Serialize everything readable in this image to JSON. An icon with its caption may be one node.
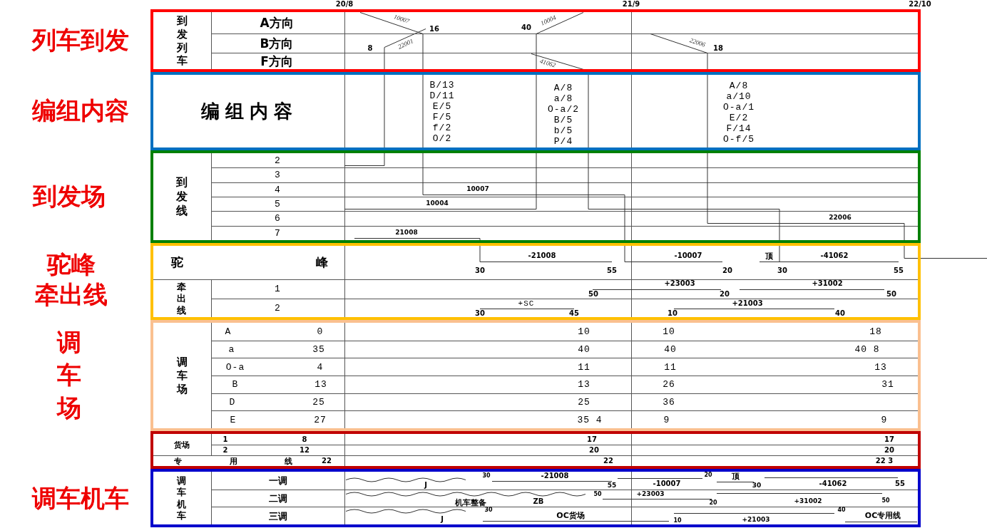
{
  "diagram": {
    "labels": [
      "20/8",
      "21/9",
      "22/10",
      "列车到发",
      "到发列车",
      "A方向",
      "10007",
      "16",
      "40",
      "10004",
      "B方向",
      "8",
      "22001",
      "22006",
      "18",
      "F方向",
      "41062",
      "编组内容",
      "编组内容",
      "B/13",
      "D/11",
      "E/5",
      "F/5",
      "f/2",
      "O/2",
      "A/8",
      "a/8",
      "O-a/2",
      "B/5",
      "b/5",
      "P/4",
      "A/8",
      "a/10",
      "O-a/1",
      "E/2",
      "F/14",
      "O-f/5",
      "到发场",
      "到发线",
      "2",
      "3",
      "4",
      "10007",
      "5",
      "10004",
      "6",
      "22006",
      "7",
      "21008",
      "驼峰",
      "驼峰",
      "-21008",
      "30",
      "55",
      "-10007",
      "20",
      "顶",
      "30",
      "-41062",
      "55",
      "牵出线",
      "牵出线",
      "1",
      "+23003",
      "+31002",
      "50",
      "20",
      "50",
      "2",
      "+SC",
      "+21003",
      "30",
      "45",
      "10",
      "40",
      "调车场",
      "调车场",
      "A",
      "0",
      "10",
      "10",
      "18",
      "a",
      "35",
      "40",
      "40",
      "40 8",
      "O-a",
      "4",
      "11",
      "11",
      "13",
      "B",
      "13",
      "13",
      "26",
      "31",
      "D",
      "25",
      "25",
      "36",
      "E",
      "27",
      "35 4",
      "9",
      "9",
      "货场",
      "1",
      "8",
      "17",
      "17",
      "2",
      "12",
      "20",
      "20",
      "专用线",
      "22",
      "22",
      "22 3",
      "调车机车",
      "调车机车",
      "一调",
      "J",
      "30",
      "-21008",
      "55",
      "-10007",
      "20",
      "顶",
      "30",
      "-41062",
      "55",
      "二调",
      "机车整备",
      "ZB",
      "50",
      "+23003",
      "20",
      "+31002",
      "50",
      "三调",
      "J",
      "30",
      "OC货场",
      "10",
      "+21003",
      "40",
      "OC专用线"
    ]
  }
}
